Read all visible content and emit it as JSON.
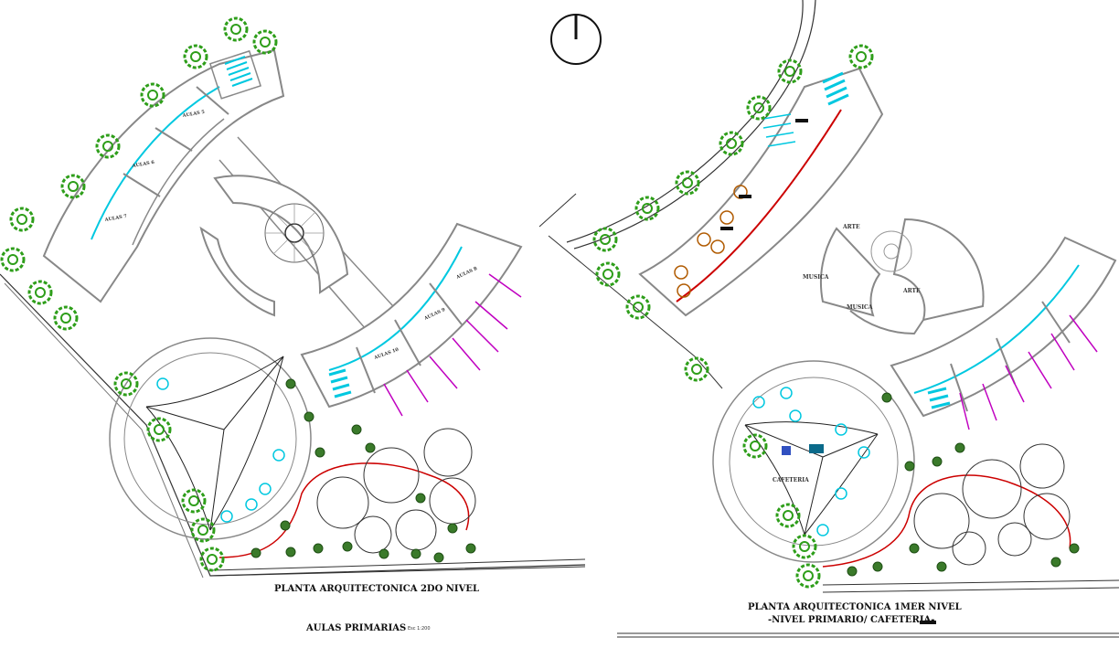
{
  "left_plan": {
    "title": "PLANTA ARQUITECTONICA 2DO NIVEL",
    "subtitle": "AULAS PRIMARIAS",
    "scale_text": "Esc 1:200",
    "rooms": [
      "AULAS 5",
      "AULAS 6",
      "AULAS 7",
      "AULAS 8",
      "AULAS 9",
      "AULAS 10"
    ]
  },
  "right_plan": {
    "title": "PLANTA ARQUITECTONICA 1MER NIVEL",
    "subtitle": "-NIVEL PRIMARIO/ CAFETERIA-",
    "rooms": [
      "ARTE",
      "MUSICA",
      "MUSICA",
      "ARTE",
      "CAFETERIA"
    ]
  },
  "north_arrow": {
    "icon": "north-arrow-icon"
  },
  "colors": {
    "tree": "#2e9e1a",
    "furniture": "#00c8e0",
    "ramp": "#c000c0",
    "wall": "#777777",
    "path": "#cc0000",
    "desk": "#b05a00"
  }
}
